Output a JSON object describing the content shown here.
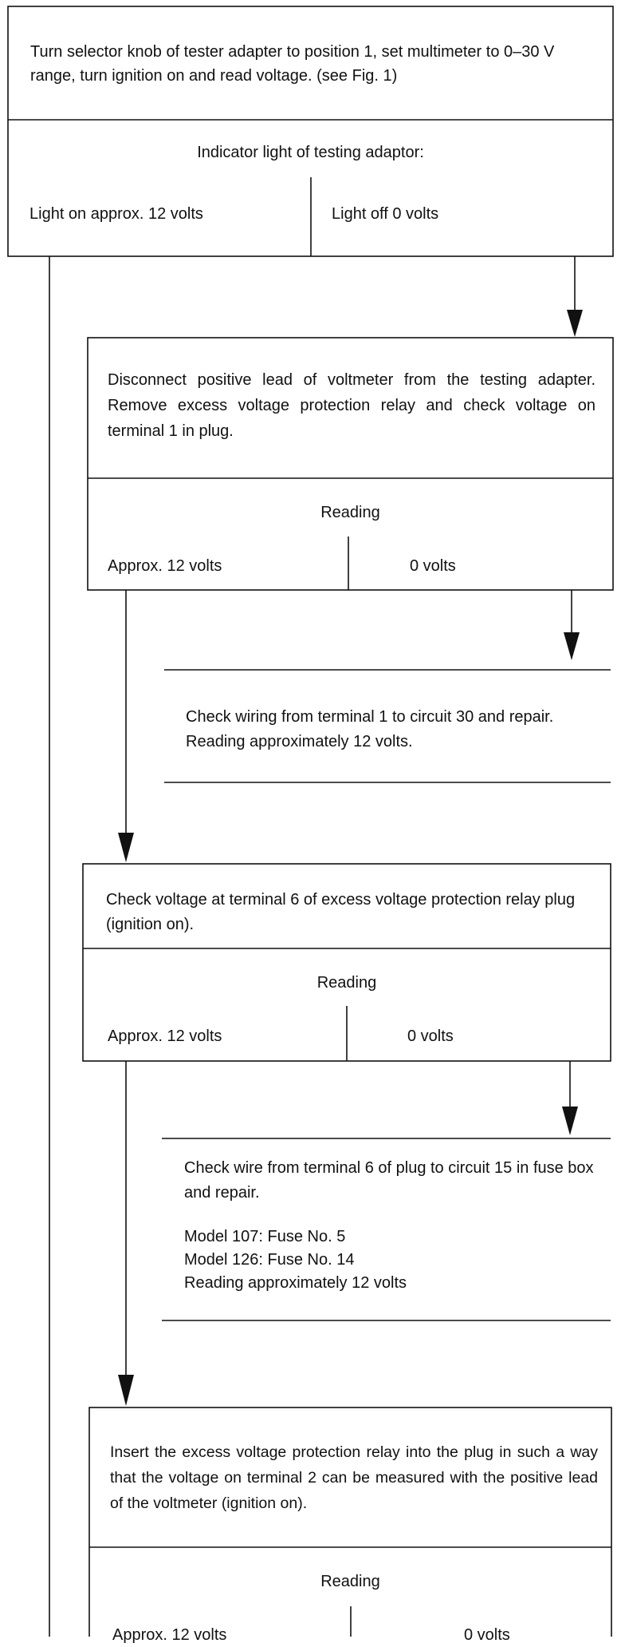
{
  "step1": {
    "instruction": "Turn selector knob of tester adapter to position 1, set multimeter to 0–30 V range, turn ignition on and read voltage. (see Fig. 1)",
    "heading": "Indicator light of testing adaptor:",
    "option_left": "Light on approx. 12 volts",
    "option_right": "Light off 0 volts"
  },
  "step2": {
    "instruction": "Disconnect positive lead of voltmeter from the testing adapter. Remove excess voltage protection relay and check voltage on terminal 1 in plug.",
    "heading": "Reading",
    "option_left": "Approx. 12 volts",
    "option_right": "0 volts"
  },
  "note1": {
    "text": "Check wiring from terminal 1 to circuit 30 and repair. Reading approximately 12 volts."
  },
  "step3": {
    "instruction": "Check voltage at terminal 6 of excess voltage protection relay plug (ignition on).",
    "heading": "Reading",
    "option_left": "Approx. 12 volts",
    "option_right": "0 volts"
  },
  "note2": {
    "line1": "Check wire from terminal 6 of plug to circuit 15 in fuse box and repair.",
    "model_107": "Model 107: Fuse No. 5",
    "model_126": "Model 126: Fuse No. 14",
    "reading": "Reading approximately 12 volts"
  },
  "step4": {
    "instruction": "Insert the excess voltage protection relay into the plug in such a way that the voltage on terminal 2 can be measured with the positive lead of the voltmeter (ignition on).",
    "heading": "Reading",
    "option_left": "Approx. 12 volts",
    "option_right": "0 volts"
  }
}
